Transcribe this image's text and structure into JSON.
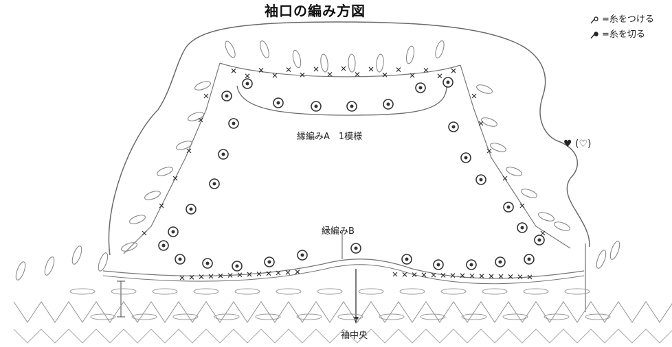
{
  "title": "袖口の編み方図",
  "legend": {
    "attach": "=糸をつける",
    "cut": "=糸を切る"
  },
  "labels": {
    "pattern_a": "縁編みA　1模様",
    "pattern_b": "縁編みB",
    "center": "袖中央",
    "heart": "♥ (♡)"
  },
  "colors": {
    "ink": "#2a2a2a",
    "line": "#6a6a6a",
    "light": "#9a9a9a"
  }
}
